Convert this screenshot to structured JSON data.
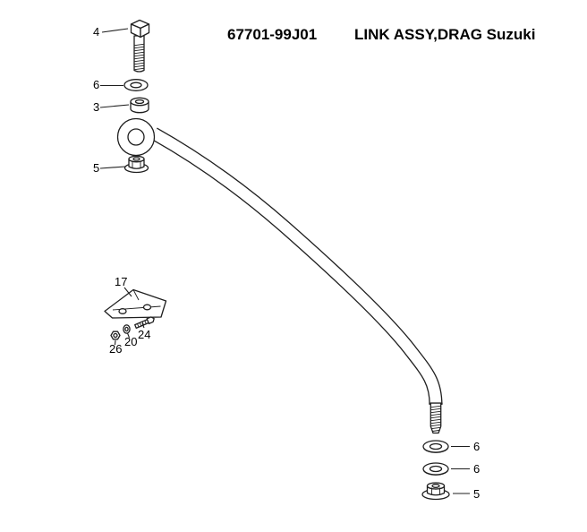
{
  "title": {
    "part_number": "67701-99J01",
    "description": "LINK ASSY,DRAG Suzuki"
  },
  "callouts": {
    "bolt": "4",
    "washer_upper": "6",
    "spacer": "3",
    "nut_upper": "5",
    "bracket": "17",
    "small_bolt": "24",
    "small_washer": "20",
    "small_nut": "26",
    "washer_lower_1": "6",
    "washer_lower_2": "6",
    "nut_lower": "5"
  }
}
